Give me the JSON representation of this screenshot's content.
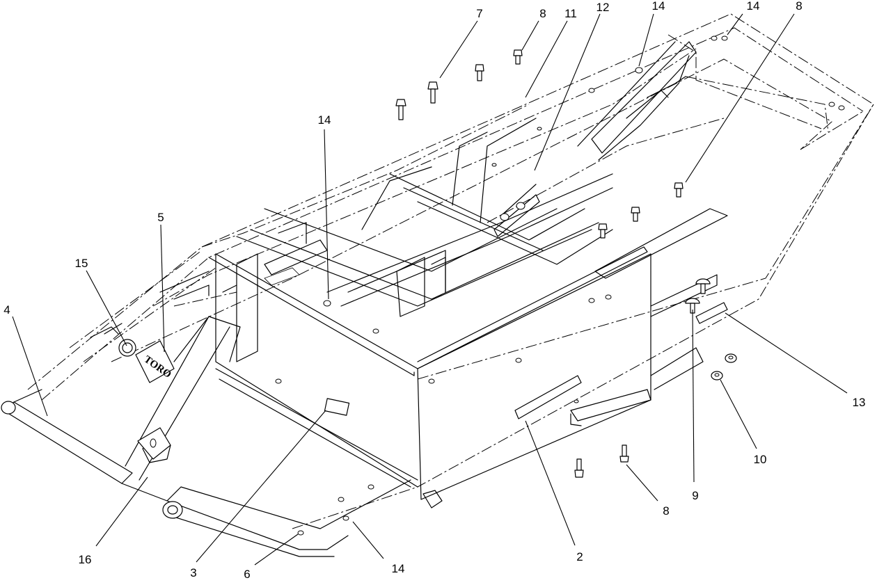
{
  "diagram": {
    "logo_text": "TORO",
    "callouts": [
      {
        "id": "c4",
        "label": "4"
      },
      {
        "id": "c15",
        "label": "15"
      },
      {
        "id": "c5",
        "label": "5"
      },
      {
        "id": "c16",
        "label": "16"
      },
      {
        "id": "c3",
        "label": "3"
      },
      {
        "id": "c6",
        "label": "6"
      },
      {
        "id": "c14a",
        "label": "14"
      },
      {
        "id": "c14b",
        "label": "14"
      },
      {
        "id": "c14c",
        "label": "14"
      },
      {
        "id": "c14d",
        "label": "14"
      },
      {
        "id": "c7",
        "label": "7"
      },
      {
        "id": "c8a",
        "label": "8"
      },
      {
        "id": "c11",
        "label": "11"
      },
      {
        "id": "c12",
        "label": "12"
      },
      {
        "id": "c8b",
        "label": "8"
      },
      {
        "id": "c2",
        "label": "2"
      },
      {
        "id": "c8c",
        "label": "8"
      },
      {
        "id": "c9",
        "label": "9"
      },
      {
        "id": "c10",
        "label": "10"
      },
      {
        "id": "c13",
        "label": "13"
      }
    ]
  }
}
